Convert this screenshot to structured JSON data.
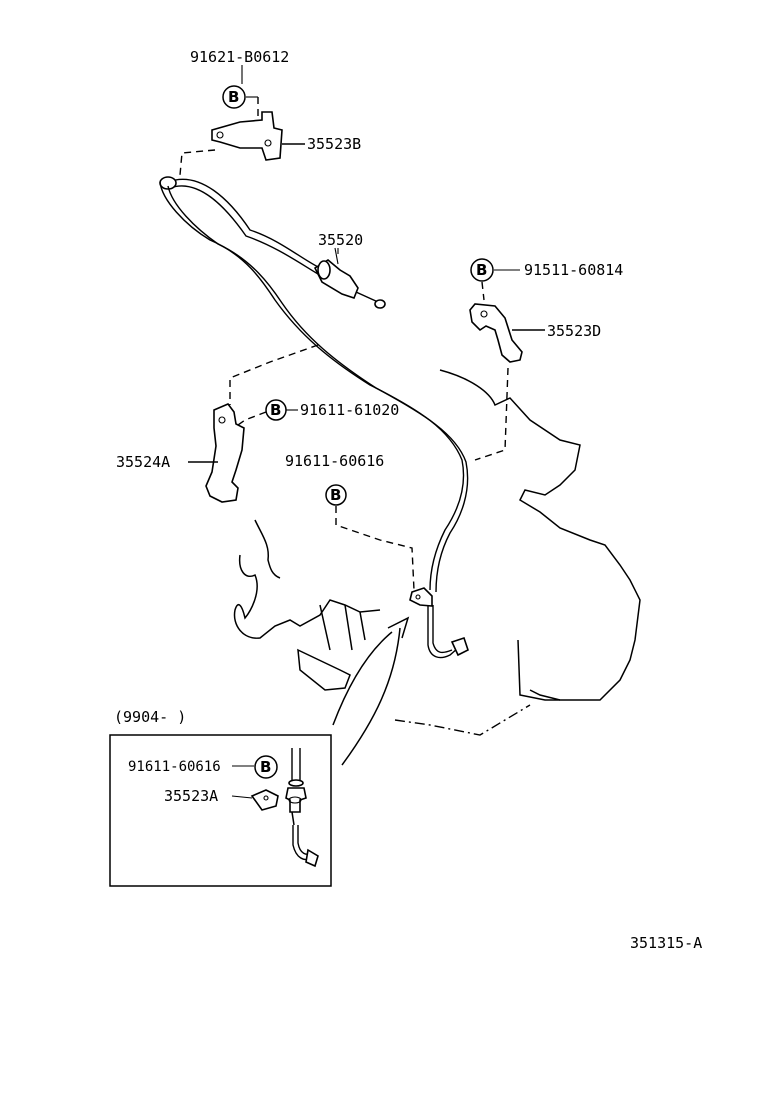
{
  "labels": {
    "bolt_top": "91621-B0612",
    "bracket_top": "35523B",
    "cable": "35520",
    "bolt_right": "91511-60814",
    "bracket_right": "35523D",
    "bolt_mid": "91611-61020",
    "bracket_left": "35524A",
    "bolt_center": "91611-60616",
    "inset_range": "(9904-      )",
    "inset_bolt": "91611-60616",
    "inset_bracket": "35523A",
    "diagram_code": "351315-A"
  },
  "bolt_symbol": "B"
}
